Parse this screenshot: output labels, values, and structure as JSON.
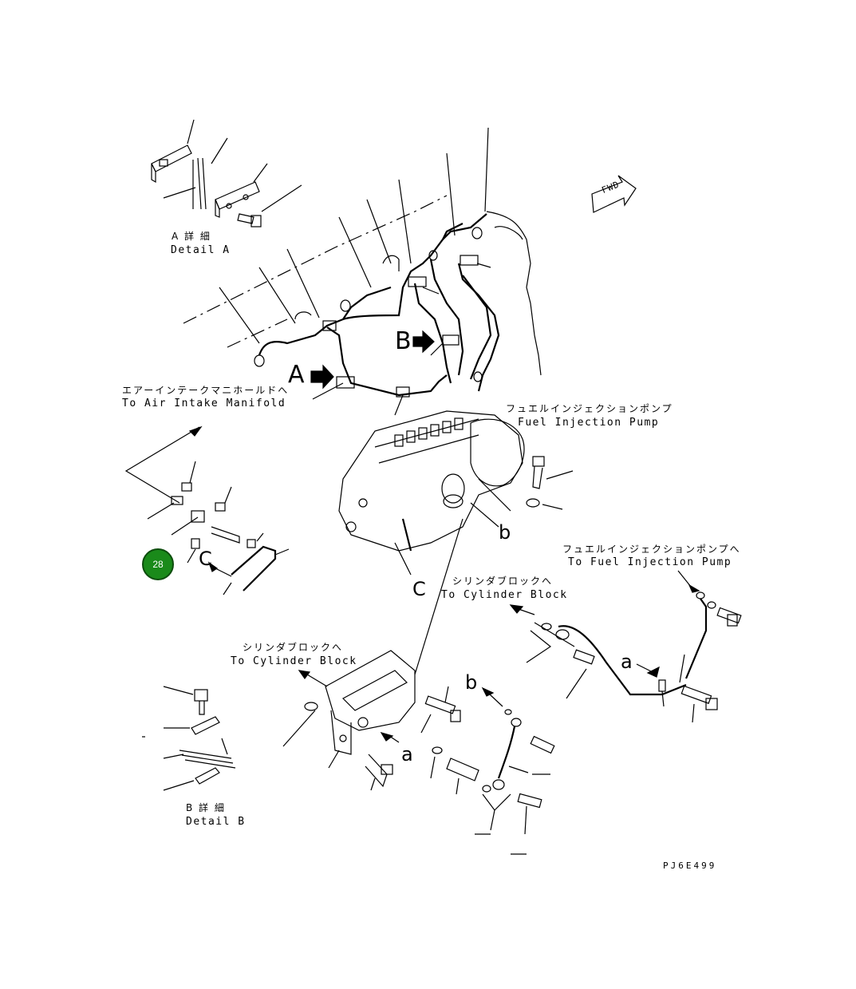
{
  "labels": {
    "detail_a_jp": "A 詳 細",
    "detail_a_en": "Detail A",
    "detail_b_jp": "B 詳 細",
    "detail_b_en": "Detail B",
    "air_intake_jp": "エアーインテークマニホールドへ",
    "air_intake_en": "To Air Intake Manifold",
    "fuel_pump_jp": "フュエルインジェクションポンプ",
    "fuel_pump_en": "Fuel Injection Pump",
    "to_fuel_pump_jp": "フュエルインジェクションポンプへ",
    "to_fuel_pump_en": "To Fuel Injection Pump",
    "cyl_block_jp_1": "シリンダブロックへ",
    "cyl_block_en_1": "To Cylinder Block",
    "cyl_block_jp_2": "シリンダブロックへ",
    "cyl_block_en_2": "To Cylinder Block",
    "fwd": "FWD",
    "view_a": "A",
    "view_b": "B",
    "ref_c_1": "C",
    "ref_c_2": "C",
    "ref_b_1": "b",
    "ref_b_2": "b",
    "ref_a_1": "a",
    "ref_a_2": "a",
    "drawing_code": "PJ6E499"
  },
  "callout": {
    "number": "28",
    "color": "#1a8a1a"
  }
}
